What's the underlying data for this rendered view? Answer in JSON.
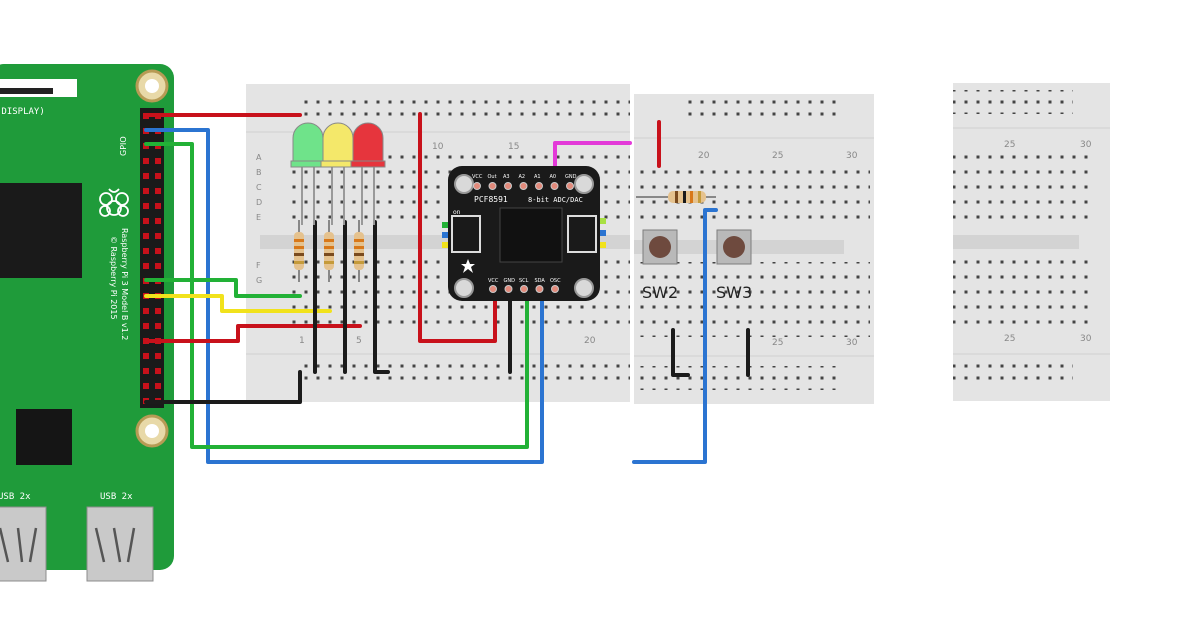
{
  "colors": {
    "background": "#ffffff",
    "pcb_green": "#1f9b3a",
    "pcb_dark": "#157a2b",
    "breadboard": "#e4e4e4",
    "breadboard_channel": "#d2d2d2",
    "hole": "#3a3a3a",
    "hole_green": "#3fb24a",
    "wire_red": "#c8111b",
    "wire_blue": "#2b74d1",
    "wire_green": "#22b136",
    "wire_yellow": "#f1e21c",
    "wire_black": "#1b1b1b",
    "wire_magenta": "#e339d8",
    "led_green": "#6fe38a",
    "led_yellow": "#f4e86a",
    "led_red": "#e6353d",
    "adc_board": "#1a1a1a",
    "button_body": "#b9b9b9",
    "button_cap": "#6e4a3e"
  },
  "pi": {
    "display_label": "(DISPLAY)",
    "gpio_label": "GPIO",
    "model_text": "Raspberry Pi 3 Model B v1.2",
    "copyright_text": "© Raspberry Pi 2015",
    "usb_label_1": "USB 2x",
    "usb_label_2": "USB 2x",
    "logo_icon": "raspberry-logo-icon"
  },
  "breadboard_main": {
    "row_letters": [
      "A",
      "B",
      "C",
      "D",
      "E",
      "F",
      "G"
    ],
    "column_numbers": [
      {
        "label": "1",
        "pos": "bottom"
      },
      {
        "label": "5",
        "pos": "bottom"
      },
      {
        "label": "10",
        "pos": "top"
      },
      {
        "label": "15",
        "pos": "top"
      },
      {
        "label": "20",
        "pos": "bottom"
      }
    ]
  },
  "breadboard_mid": {
    "column_numbers": [
      "20",
      "25",
      "30",
      "25",
      "30"
    ]
  },
  "breadboard_right": {
    "column_numbers": [
      "25",
      "30",
      "25",
      "30"
    ]
  },
  "adc": {
    "title": "PCF8591",
    "subtitle": "8-bit ADC/DAC",
    "pins_top": [
      "VCC",
      "Out",
      "A3",
      "A2",
      "A1",
      "A0",
      "GND"
    ],
    "pins_bottom": [
      "VCC",
      "GND",
      "SCL",
      "SDA",
      "OSC"
    ],
    "on_label": "on"
  },
  "switches": [
    {
      "label": "SW2"
    },
    {
      "label": "SW3"
    }
  ],
  "leds": [
    {
      "color": "green"
    },
    {
      "color": "yellow"
    },
    {
      "color": "red"
    }
  ]
}
